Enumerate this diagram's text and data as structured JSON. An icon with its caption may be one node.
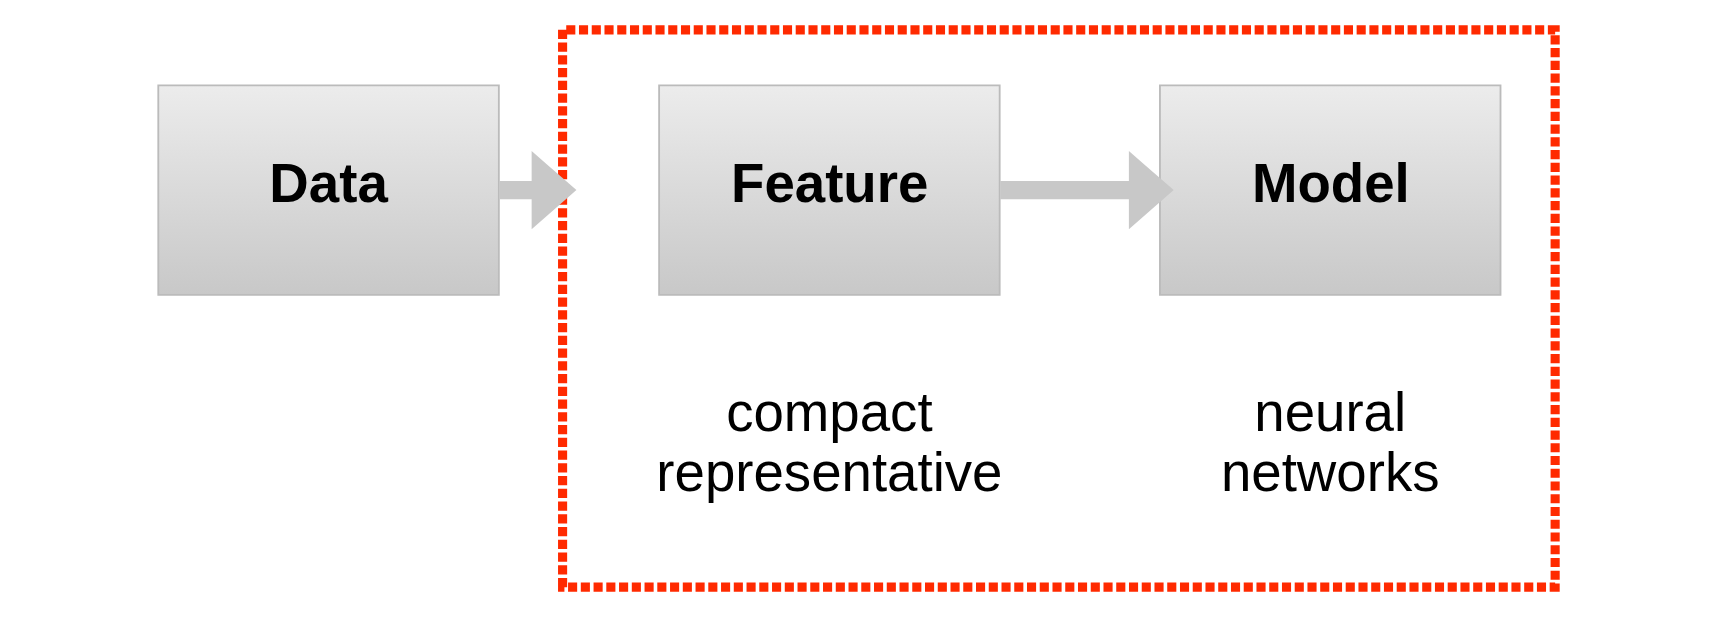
{
  "diagram": {
    "nodes": [
      {
        "text": [
          "Data"
        ]
      },
      {
        "text": [],
        "shape": "box"
      },
      {
        "text": [
          "Feature"
        ],
        "in": 1,
        "beside": [
          "compact representative"
        ]
      },
      {
        "text": [
          "Model"
        ],
        "in": 1,
        "beside": [
          "neural networks"
        ]
      }
    ],
    "edges": [
      {
        "from": 0,
        "to": 1,
        "arrow": "to"
      },
      {
        "from": 2,
        "to": 3,
        "arrow": "to"
      }
    ]
  }
}
